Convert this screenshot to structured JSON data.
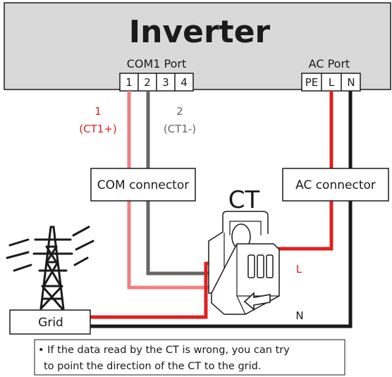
{
  "inverter": {
    "title": "Inverter",
    "com_port": {
      "label": "COM1 Port",
      "pins": [
        "1",
        "2",
        "3",
        "4"
      ]
    },
    "ac_port": {
      "label": "AC Port",
      "pins": [
        "PE",
        "L",
        "N"
      ]
    }
  },
  "wires": {
    "ct_plus": {
      "number": "1",
      "label": "(CT1+)"
    },
    "ct_minus": {
      "number": "2",
      "label": "(CT1-)"
    },
    "line_label": "L",
    "neutral_label": "N"
  },
  "connectors": {
    "com": "COM connector",
    "ac": "AC connector"
  },
  "ct": {
    "label": "CT"
  },
  "grid": {
    "label": "Grid"
  },
  "note": {
    "line1": "• If the data read by the CT is wrong, you can try",
    "line2": "to point the direction of the CT to the grid."
  },
  "colors": {
    "inverter_fill": "#d9d9d9",
    "red_wire": "#e02020",
    "pink_wire": "#f08080",
    "gray_wire": "#666666",
    "black_wire": "#1a1a1a"
  }
}
